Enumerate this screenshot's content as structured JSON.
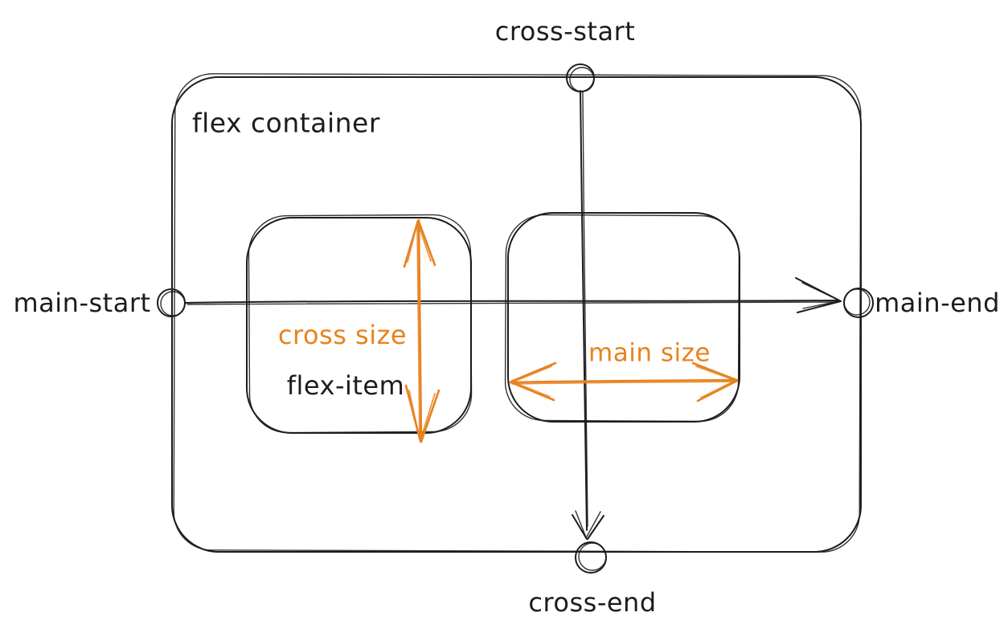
{
  "diagram": {
    "type": "flexbox-terminology-sketch",
    "labels": {
      "flex_container": "flex container",
      "cross_start": "cross-start",
      "cross_end": "cross-end",
      "main_start": "main-start",
      "main_end": "main-end",
      "flex_item": "flex-item",
      "cross_size": "cross size",
      "main_size": "main size"
    },
    "colors": {
      "stroke": "#1c1c1c",
      "accent_orange": "#e8821e",
      "background": "#ffffff"
    }
  }
}
